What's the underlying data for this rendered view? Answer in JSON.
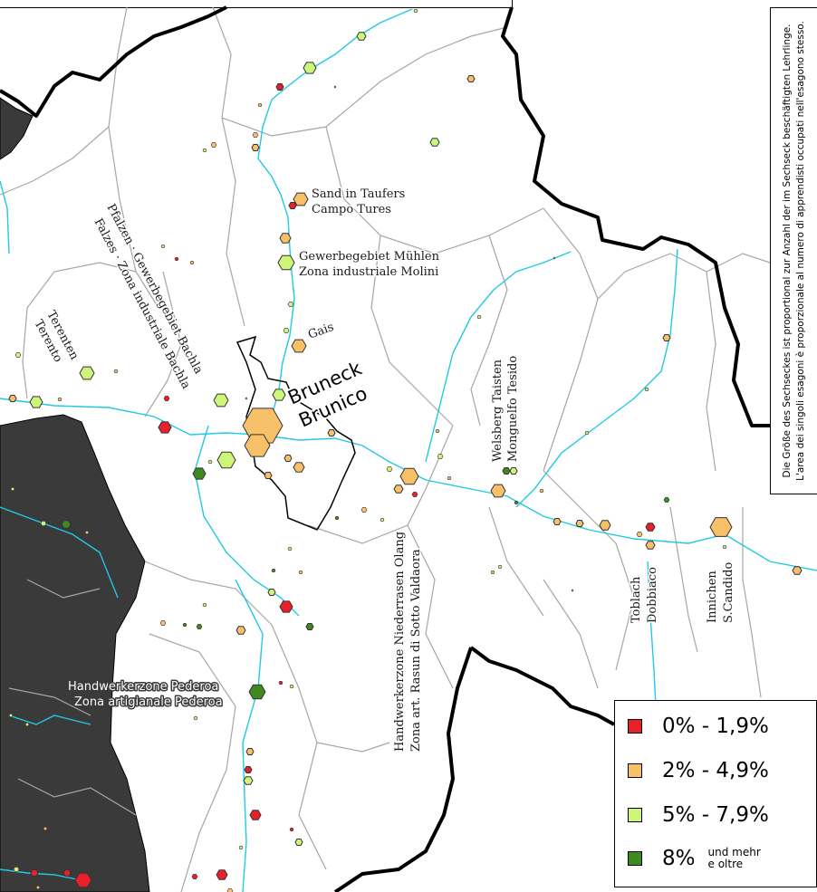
{
  "map_note": {
    "line_de": "Die Größe des Sechseckes ist proportional zur Anzahl der im Sechseck beschäftigten Lehrlinge.",
    "line_it": "L'area dei singoli esagoni è proporzionale al numero di apprendisti occupati nell'esagono stesso."
  },
  "legend": {
    "items": [
      {
        "label": "0% -   1,9%",
        "color": "#e8202a"
      },
      {
        "label": "2% -   4,9%",
        "color": "#f7c069"
      },
      {
        "label": "5% -   7,9%",
        "color": "#ccf57a"
      },
      {
        "label": "8%",
        "color": "#3f8a1f",
        "note_de": "und mehr",
        "note_it": "e oltre"
      }
    ]
  },
  "labels": {
    "sand": "Sand in Taufers",
    "campo": "Campo Tures",
    "muehlen": "Gewerbegebiet Mühlen",
    "molini": "Zona industriale Molini",
    "gais": "Gais",
    "bruneck": "Bruneck",
    "brunico": "Brunico",
    "pfalzen": "Pfalzen · Gewerbegebiet Bachla",
    "falzes": "Falzes · Zona industriale Bachla",
    "terenten": "Terenten",
    "terento": "Terento",
    "welsberg": "Welsberg Taisten",
    "monguelfo": "Monguelfo Tesido",
    "olang": "Handwerkerzone Niederrasen Olang",
    "rasun": "Zona art. Rasun di Sotto Valdaora",
    "toblach": "Toblach",
    "dobbiaco": "Dobbiaco",
    "innichen": "Innichen",
    "scandido": "S.Candido",
    "pederoa_de": "Handwerkerzone Pederoa",
    "pederoa_it": "Zona artigianale Pederoa"
  }
}
